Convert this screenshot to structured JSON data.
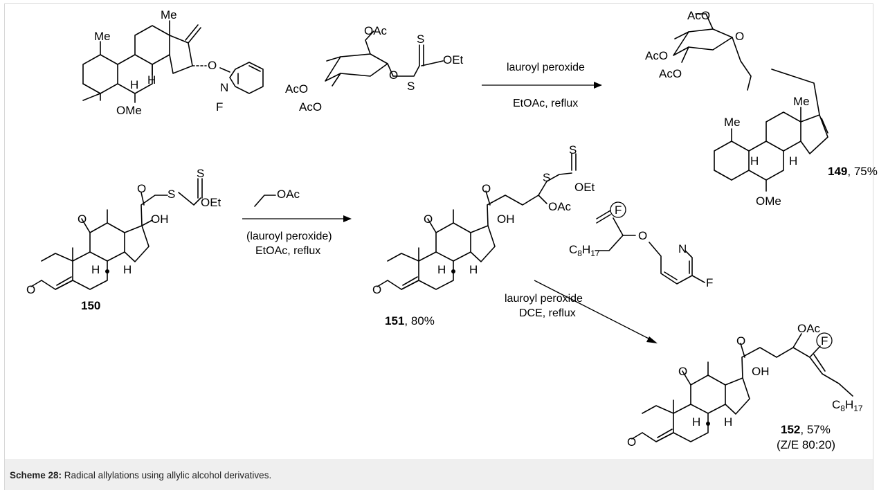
{
  "reagents": {
    "r1_line1": "lauroyl peroxide",
    "r1_line2": "EtOAc, reflux",
    "r2_line1": "(lauroyl peroxide)",
    "r2_line2": "EtOAc, reflux",
    "r3_line1": "lauroyl peroxide",
    "r3_line2": "DCE, reflux"
  },
  "compounds": {
    "c149": {
      "id": "149",
      "yield": ", 75%"
    },
    "c150": {
      "id": "150"
    },
    "c151": {
      "id": "151",
      "yield": ", 80%"
    },
    "c152": {
      "id": "152",
      "yield": ", 57%",
      "ratio": "(Z/E 80:20)"
    }
  },
  "atoms": {
    "me": "Me",
    "h": "H",
    "o": "O",
    "oh": "OH",
    "ome": "OMe",
    "oac": "OAc",
    "aco": "AcO",
    "s": "S",
    "oet": "OEt",
    "n": "N",
    "f": "F",
    "c8h17": "C8H17"
  },
  "caption": {
    "label": "Scheme 28:",
    "text": " Radical allylations using allylic alcohol derivatives."
  },
  "colors": {
    "caption_bg": "#efefef",
    "frame_border": "#d8d8d8"
  }
}
